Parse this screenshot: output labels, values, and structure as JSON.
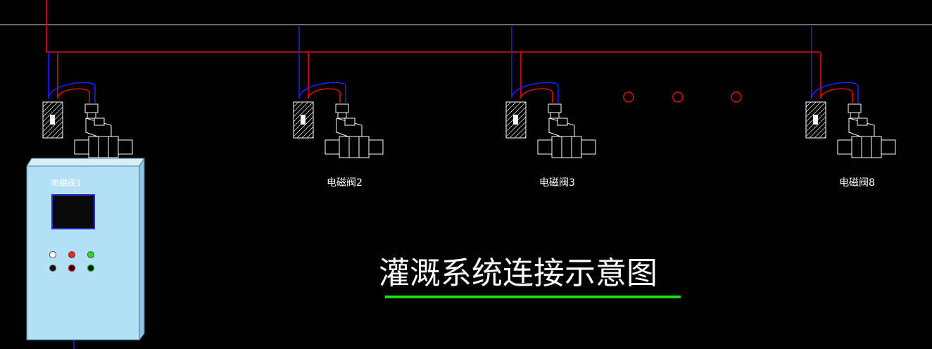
{
  "title": "灌溉系统连接示意图",
  "cabinet": {
    "label": "电磁阀1"
  },
  "valves": [
    {
      "label": ""
    },
    {
      "label": "电磁阀2"
    },
    {
      "label": "电磁阀3"
    },
    {
      "label": "电磁阀8"
    }
  ],
  "colors": {
    "background": "#000000",
    "power_line": "#e01010",
    "signal_line": "#2020ff",
    "hline": "#cfcfcf",
    "underline": "#16e016",
    "cabinet_fill": "#b3dff7",
    "cabinet_edge": "#4a7fa0",
    "screen": "#0a0a0a",
    "valve": "#ffffff"
  },
  "ellipsis_icon": "circle-outline-icon"
}
